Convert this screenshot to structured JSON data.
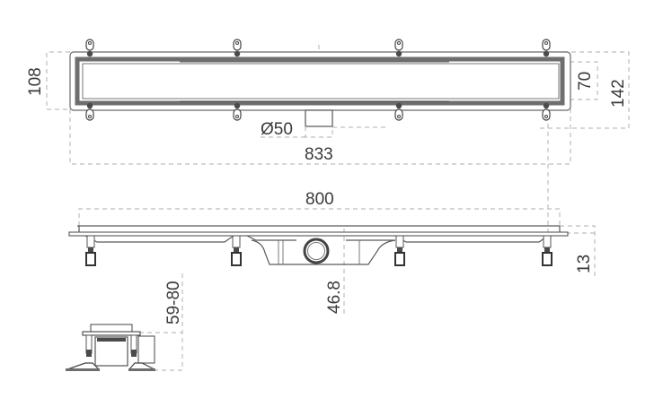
{
  "drawing": {
    "top_view": {
      "width_label": "108",
      "outer_depth_label": "142",
      "grate_width_label": "70",
      "outlet_diameter_label": "Ø50",
      "overall_length_label": "833"
    },
    "side_view": {
      "channel_length_label": "800",
      "flange_height_label": "13",
      "outlet_height_label": "46.8"
    },
    "end_view": {
      "adjustable_height_label": "59-80"
    },
    "colors": {
      "outline": "#5a5a5a",
      "grate": "#6e6e6e",
      "dimension_line": "#bdbdbd",
      "text": "#3a3a3a"
    }
  }
}
